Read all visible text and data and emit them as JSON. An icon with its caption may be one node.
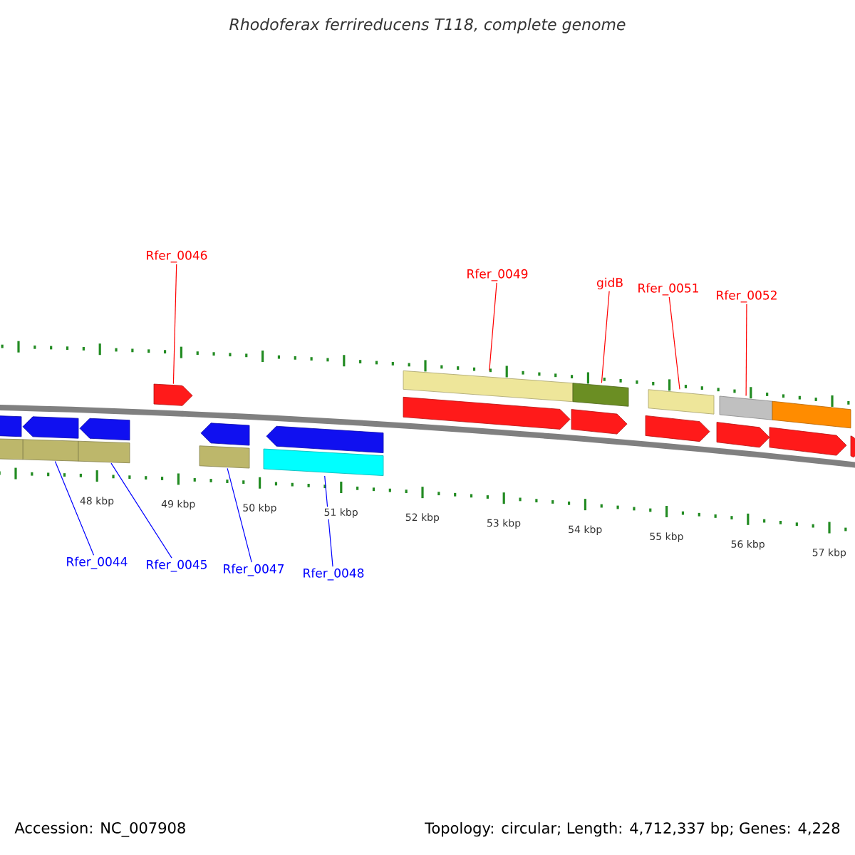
{
  "diagram": {
    "title": "Rhodoferax ferrireducens T118, complete genome",
    "nodes": [
      {
        "text": [
          "Rfer_0046"
        ]
      },
      {
        "text": [
          "Rfer_0049"
        ]
      },
      {
        "text": [
          "gidB"
        ]
      },
      {
        "text": [
          "Rfer_0051"
        ]
      },
      {
        "text": [
          "Rfer_0052"
        ]
      },
      {
        "text": [
          "Rfer_0044"
        ]
      },
      {
        "text": [
          "Rfer_0045"
        ]
      },
      {
        "text": [
          "Rfer_0047"
        ]
      },
      {
        "text": [
          "Rfer_0048"
        ]
      },
      {
        "text": [],
        "shape": "arrow"
      },
      {
        "text": [],
        "shape": "bar"
      },
      {
        "text": [],
        "shape": "bar"
      },
      {
        "text": [],
        "shape": "bar"
      },
      {
        "text": [],
        "shape": "bar"
      },
      {
        "text": [],
        "shape": "bar"
      },
      {
        "text": [],
        "shape": "bar"
      },
      {
        "text": [],
        "shape": "bar"
      },
      {
        "text": [],
        "shape": "bar"
      },
      {
        "text": [],
        "shape": "bar"
      },
      {
        "text": [],
        "shape": "arrow"
      },
      {
        "text": [],
        "shape": "arrow"
      },
      {
        "text": [],
        "shape": "arrow"
      },
      {
        "text": [],
        "shape": "arrow"
      },
      {
        "text": [],
        "shape": "arrow"
      },
      {
        "text": [],
        "shape": "arrow"
      },
      {
        "text": [],
        "shape": "arrow"
      },
      {
        "text": [],
        "shape": "arrow"
      },
      {
        "text": [],
        "shape": "arrow"
      },
      {
        "text": [],
        "shape": "arrow"
      },
      {
        "text": [],
        "shape": "arrow"
      },
      {
        "text": [],
        "shape": "bar"
      }
    ],
    "edges": [
      {
        "from": 0,
        "to": 9,
        "arrow": "none"
      },
      {
        "from": 1,
        "to": 10,
        "arrow": "none"
      },
      {
        "from": 2,
        "to": 11,
        "arrow": "none"
      },
      {
        "from": 3,
        "to": 12,
        "arrow": "none"
      },
      {
        "from": 4,
        "to": 13,
        "arrow": "none"
      },
      {
        "from": 5,
        "to": 14,
        "arrow": "none",
        "color": "#0000ff"
      },
      {
        "from": 6,
        "to": 15,
        "arrow": "none",
        "color": "#0000ff"
      },
      {
        "from": 7,
        "to": 16,
        "arrow": "none",
        "color": "#0000ff"
      },
      {
        "from": 8,
        "to": 17,
        "arrow": "none",
        "color": "#0000ff"
      }
    ],
    "labels": [
      "48 kbp",
      "49 kbp",
      "50 kbp",
      "51 kbp",
      "52 kbp",
      "53 kbp",
      "54 kbp",
      "55 kbp",
      "56 kbp",
      "57 kbp",
      "Accession: NC_007908",
      "Topology: circular; Length: 4,712,337 bp; Genes: 4,228"
    ]
  }
}
